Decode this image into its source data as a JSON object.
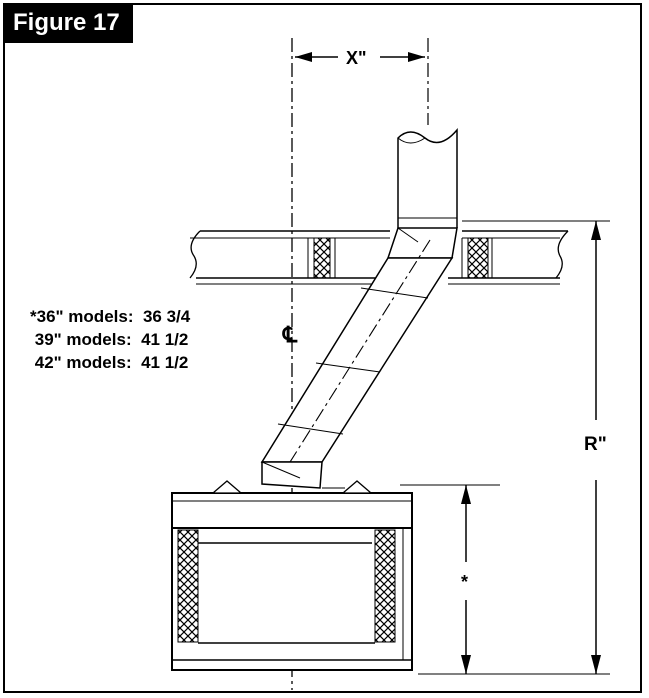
{
  "figure_label": "Figure 17",
  "dimensions": {
    "x_label": "X\"",
    "r_label": "R\"",
    "star_label": "*",
    "centerline_symbol": "℄"
  },
  "models": [
    {
      "label": "*36\" models:",
      "value": "36 3/4"
    },
    {
      "label": "39\" models:",
      "value": "41 1/2"
    },
    {
      "label": "42\" models:",
      "value": "41 1/2"
    }
  ]
}
